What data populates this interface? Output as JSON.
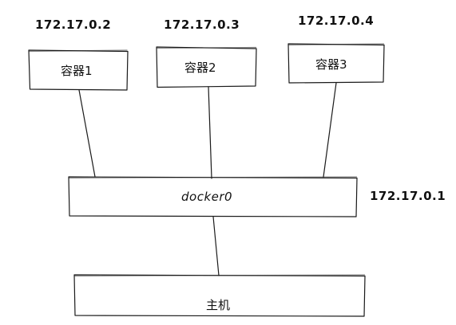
{
  "containers": [
    {
      "label": "容器1",
      "ip": "172.17.0.2"
    },
    {
      "label": "容器2",
      "ip": "172.17.0.3"
    },
    {
      "label": "容器3",
      "ip": "172.17.0.4"
    }
  ],
  "bridge": {
    "label": "docker0",
    "ip": "172.17.0.1"
  },
  "host": {
    "label": "主机"
  },
  "colors": {
    "stroke": "#1a1a1a",
    "text": "#111111",
    "background": "#ffffff"
  }
}
